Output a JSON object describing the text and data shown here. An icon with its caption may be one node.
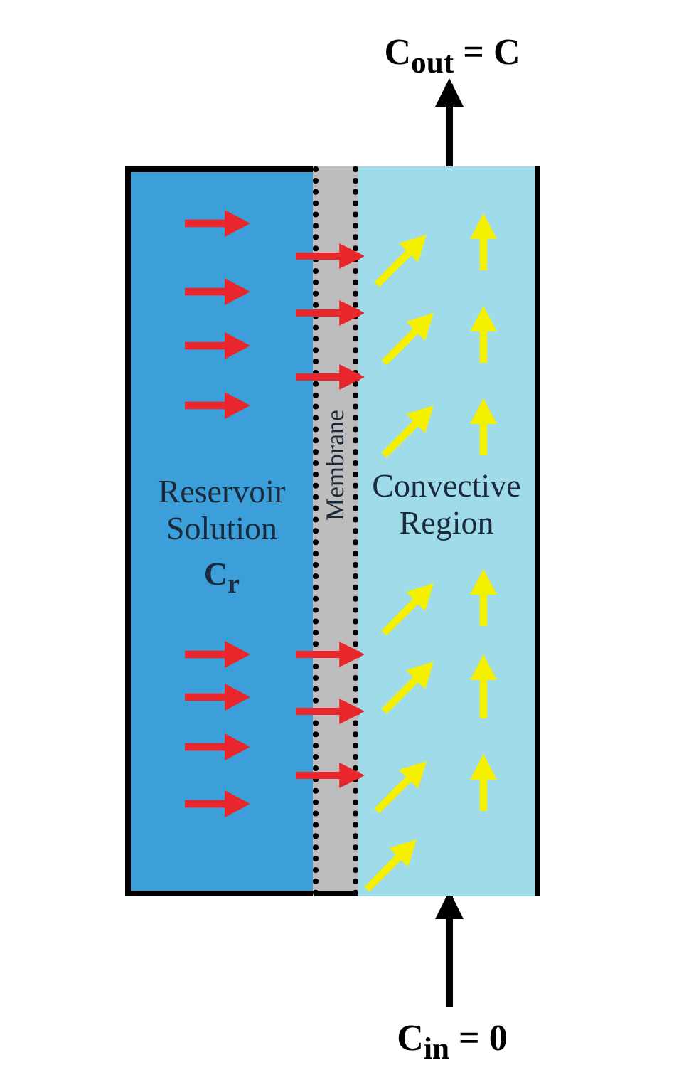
{
  "diagram": {
    "nodes": [
      {
        "text": [
          "C$_{out}$ = C"
        ]
      },
      {
        "text": [
          "Reservoir Solution",
          "C$_{r}$"
        ]
      },
      {
        "text": [
          "Membrane"
        ]
      },
      {
        "text": [
          "Convective Region"
        ]
      },
      {
        "text": [
          "C$_{in}$ = 0"
        ]
      }
    ],
    "edges": [
      {
        "from": 3,
        "to": 0,
        "arrow": "to",
        "color": "#000000"
      },
      {
        "from": 4,
        "to": 3,
        "arrow": "to",
        "color": "#000000"
      },
      {
        "from": 1,
        "to": 2,
        "arrow": "to"
      },
      {
        "from": 1,
        "to": 2,
        "arrow": "to"
      },
      {
        "from": 1,
        "to": 2,
        "arrow": "to"
      },
      {
        "from": 1,
        "to": 2,
        "arrow": "to"
      },
      {
        "from": 1,
        "to": 2,
        "arrow": "to"
      },
      {
        "from": 1,
        "to": 2,
        "arrow": "to"
      }
    ]
  }
}
